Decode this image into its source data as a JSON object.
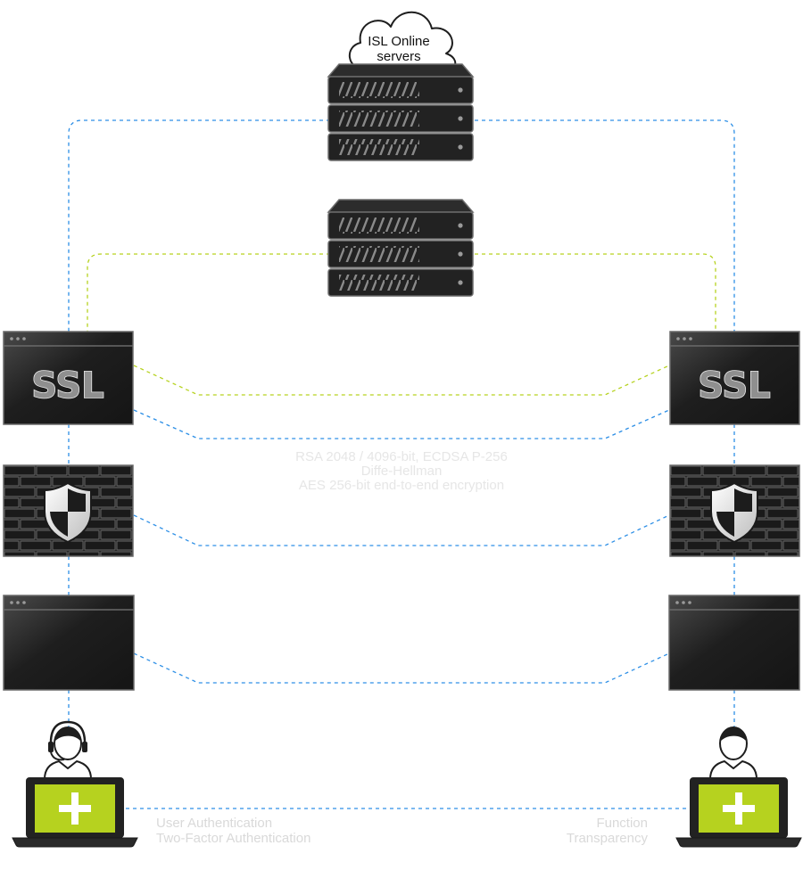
{
  "cloud": {
    "line1": "ISL Online",
    "line2": "servers"
  },
  "encryption": {
    "line1": "RSA 2048 / 4096-bit, ECDSA P-256",
    "line2": "Diffe-Hellman",
    "line3": "AES 256-bit end-to-end encryption"
  },
  "ssl_label": "SSL",
  "left_user_notes": {
    "line1": "User Authentication",
    "line2": "Two-Factor Authentication"
  },
  "right_user_notes": {
    "line1": "Function",
    "line2": "Transparency"
  },
  "colors": {
    "dashed_blue": "#2d8fe6",
    "dashed_green": "#b6d21f",
    "device_dark": "#1f1f1f",
    "accent_green": "#b6d21f"
  },
  "icons": [
    "cloud-icon",
    "server-rack-icon",
    "ssl-window-icon",
    "firewall-shield-icon",
    "browser-window-icon",
    "headset-user-icon",
    "laptop-plus-icon"
  ]
}
